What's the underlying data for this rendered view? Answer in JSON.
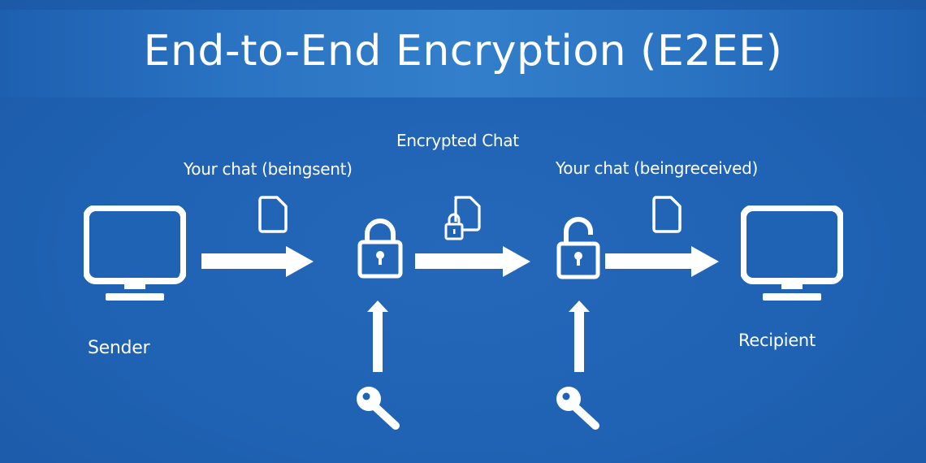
{
  "title": "End-to-End Encryption (E2EE)",
  "labels": {
    "sent": "Your chat (beingsent)",
    "encrypted": "Encrypted Chat",
    "received": "Your chat (beingreceived)",
    "sender": "Sender",
    "recipient": "Recipient"
  },
  "nodes": [
    {
      "id": "sender",
      "icon": "monitor-icon",
      "label": "Sender"
    },
    {
      "id": "lock",
      "icon": "lock-closed-icon"
    },
    {
      "id": "unlock",
      "icon": "lock-open-icon"
    },
    {
      "id": "recipient",
      "icon": "monitor-icon",
      "label": "Recipient"
    }
  ],
  "flow": [
    {
      "from": "sender",
      "to": "lock",
      "payload_icon": "document-icon",
      "label": "Your chat (beingsent)"
    },
    {
      "from": "lock",
      "to": "unlock",
      "payload_icon": "encrypted-document-icon",
      "label": "Encrypted Chat"
    },
    {
      "from": "unlock",
      "to": "recipient",
      "payload_icon": "document-icon",
      "label": "Your chat (beingreceived)"
    }
  ],
  "keys": [
    {
      "target": "lock",
      "icon": "key-icon"
    },
    {
      "target": "unlock",
      "icon": "key-icon"
    }
  ],
  "colors": {
    "background": "#1f63b5",
    "title_band": "#2f7ac8",
    "foreground": "#ffffff"
  }
}
